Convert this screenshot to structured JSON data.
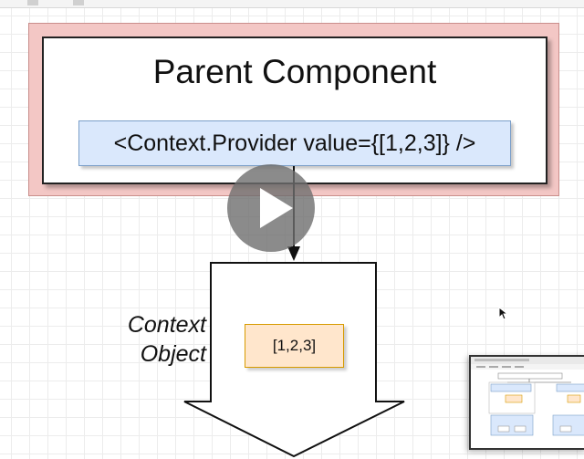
{
  "diagram": {
    "parent_title": "Parent Component",
    "provider_code": "<Context.Provider value={[1,2,3]} />",
    "context_label_line1": "Context",
    "context_label_line2": "Object",
    "context_value": "[1,2,3]"
  },
  "overlay": {
    "play_icon": "play-icon",
    "cursor_icon": "mouse-pointer-icon",
    "thumbnail": "slide-minimap-thumbnail"
  },
  "colors": {
    "parent_outer_fill": "#f3c7c5",
    "provider_fill": "#dae8fc",
    "value_fill": "#ffe6cc",
    "value_border": "#d79b00"
  }
}
